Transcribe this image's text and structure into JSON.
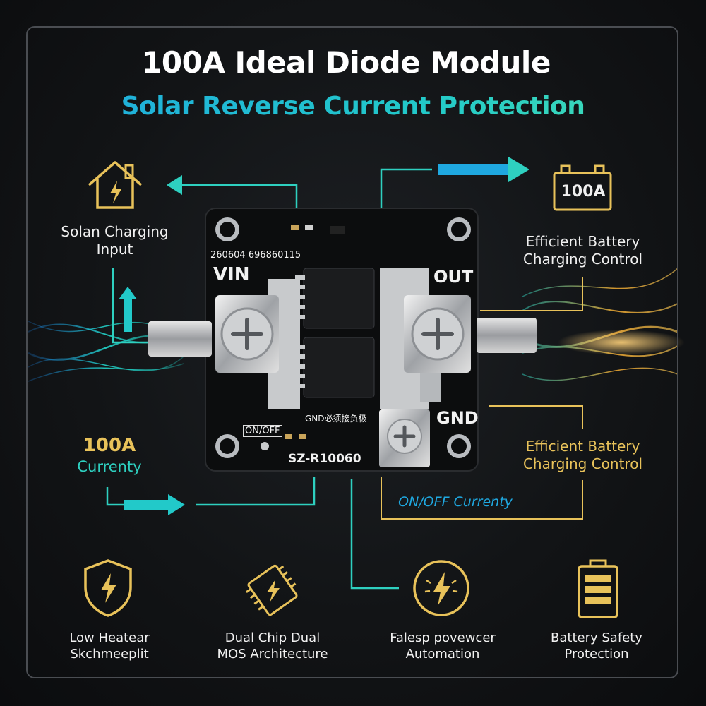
{
  "title": "100A Ideal Diode Module",
  "subtitle": "Solar Reverse Current Protection",
  "callouts": {
    "solar_input": {
      "line1": "Solan Charging",
      "line2": "Input"
    },
    "battery_top": {
      "badge": "100A",
      "line1": "Efficient Battery",
      "line2": "Charging Control"
    },
    "battery_gold": {
      "line1": "Efficient Battery",
      "line2": "Charging Control"
    },
    "current": {
      "line1": "100A",
      "line2": "Currenty"
    },
    "onoff": "ON/OFF Currenty"
  },
  "board": {
    "serial": "260604 696860115",
    "vin": "VIN",
    "out": "OUT",
    "gnd": "GND",
    "gnd_small": "GND必须接负极",
    "onoff": "ON/OFF",
    "model": "SZ-R10060"
  },
  "features": [
    {
      "icon": "shield-bolt-icon",
      "line1": "Low Heatear",
      "line2": "Skchmeeplit"
    },
    {
      "icon": "dual-chip-icon",
      "line1": "Dual Chip Dual",
      "line2": "MOS Architecture"
    },
    {
      "icon": "bolt-circle-icon",
      "line1": "Falesp povewcer",
      "line2": "Automation"
    },
    {
      "icon": "battery-icon",
      "line1": "Battery Safety",
      "line2": "Protection"
    }
  ],
  "colors": {
    "teal": "#2ed0c0",
    "gold": "#e8c25a",
    "accent_blue": "#1fa8e0"
  }
}
